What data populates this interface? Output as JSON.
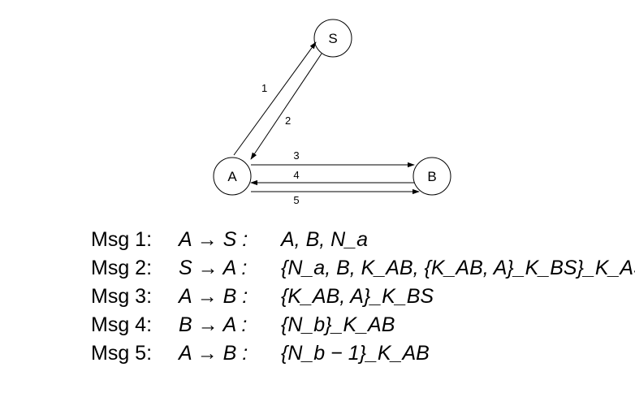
{
  "diagram": {
    "nodes": [
      {
        "id": "S",
        "label": "S"
      },
      {
        "id": "A",
        "label": "A"
      },
      {
        "id": "B",
        "label": "B"
      }
    ],
    "edges": [
      {
        "from": "A",
        "to": "S",
        "label": "1"
      },
      {
        "from": "S",
        "to": "A",
        "label": "2"
      },
      {
        "from": "A",
        "to": "B",
        "label": "3"
      },
      {
        "from": "B",
        "to": "A",
        "label": "4"
      },
      {
        "from": "A",
        "to": "B",
        "label": "5"
      }
    ]
  },
  "messages": [
    {
      "label": "Msg 1:",
      "route": "A → S :",
      "content": "A, B, N_a"
    },
    {
      "label": "Msg 2:",
      "route": "S → A :",
      "content": "{N_a, B, K_AB, {K_AB, A}_K_BS}_K_AS"
    },
    {
      "label": "Msg 3:",
      "route": "A → B :",
      "content": "{K_AB, A}_K_BS"
    },
    {
      "label": "Msg 4:",
      "route": "B → A :",
      "content": "{N_b}_K_AB"
    },
    {
      "label": "Msg 5:",
      "route": "A → B :",
      "content": "{N_b − 1}_K_AB"
    }
  ]
}
